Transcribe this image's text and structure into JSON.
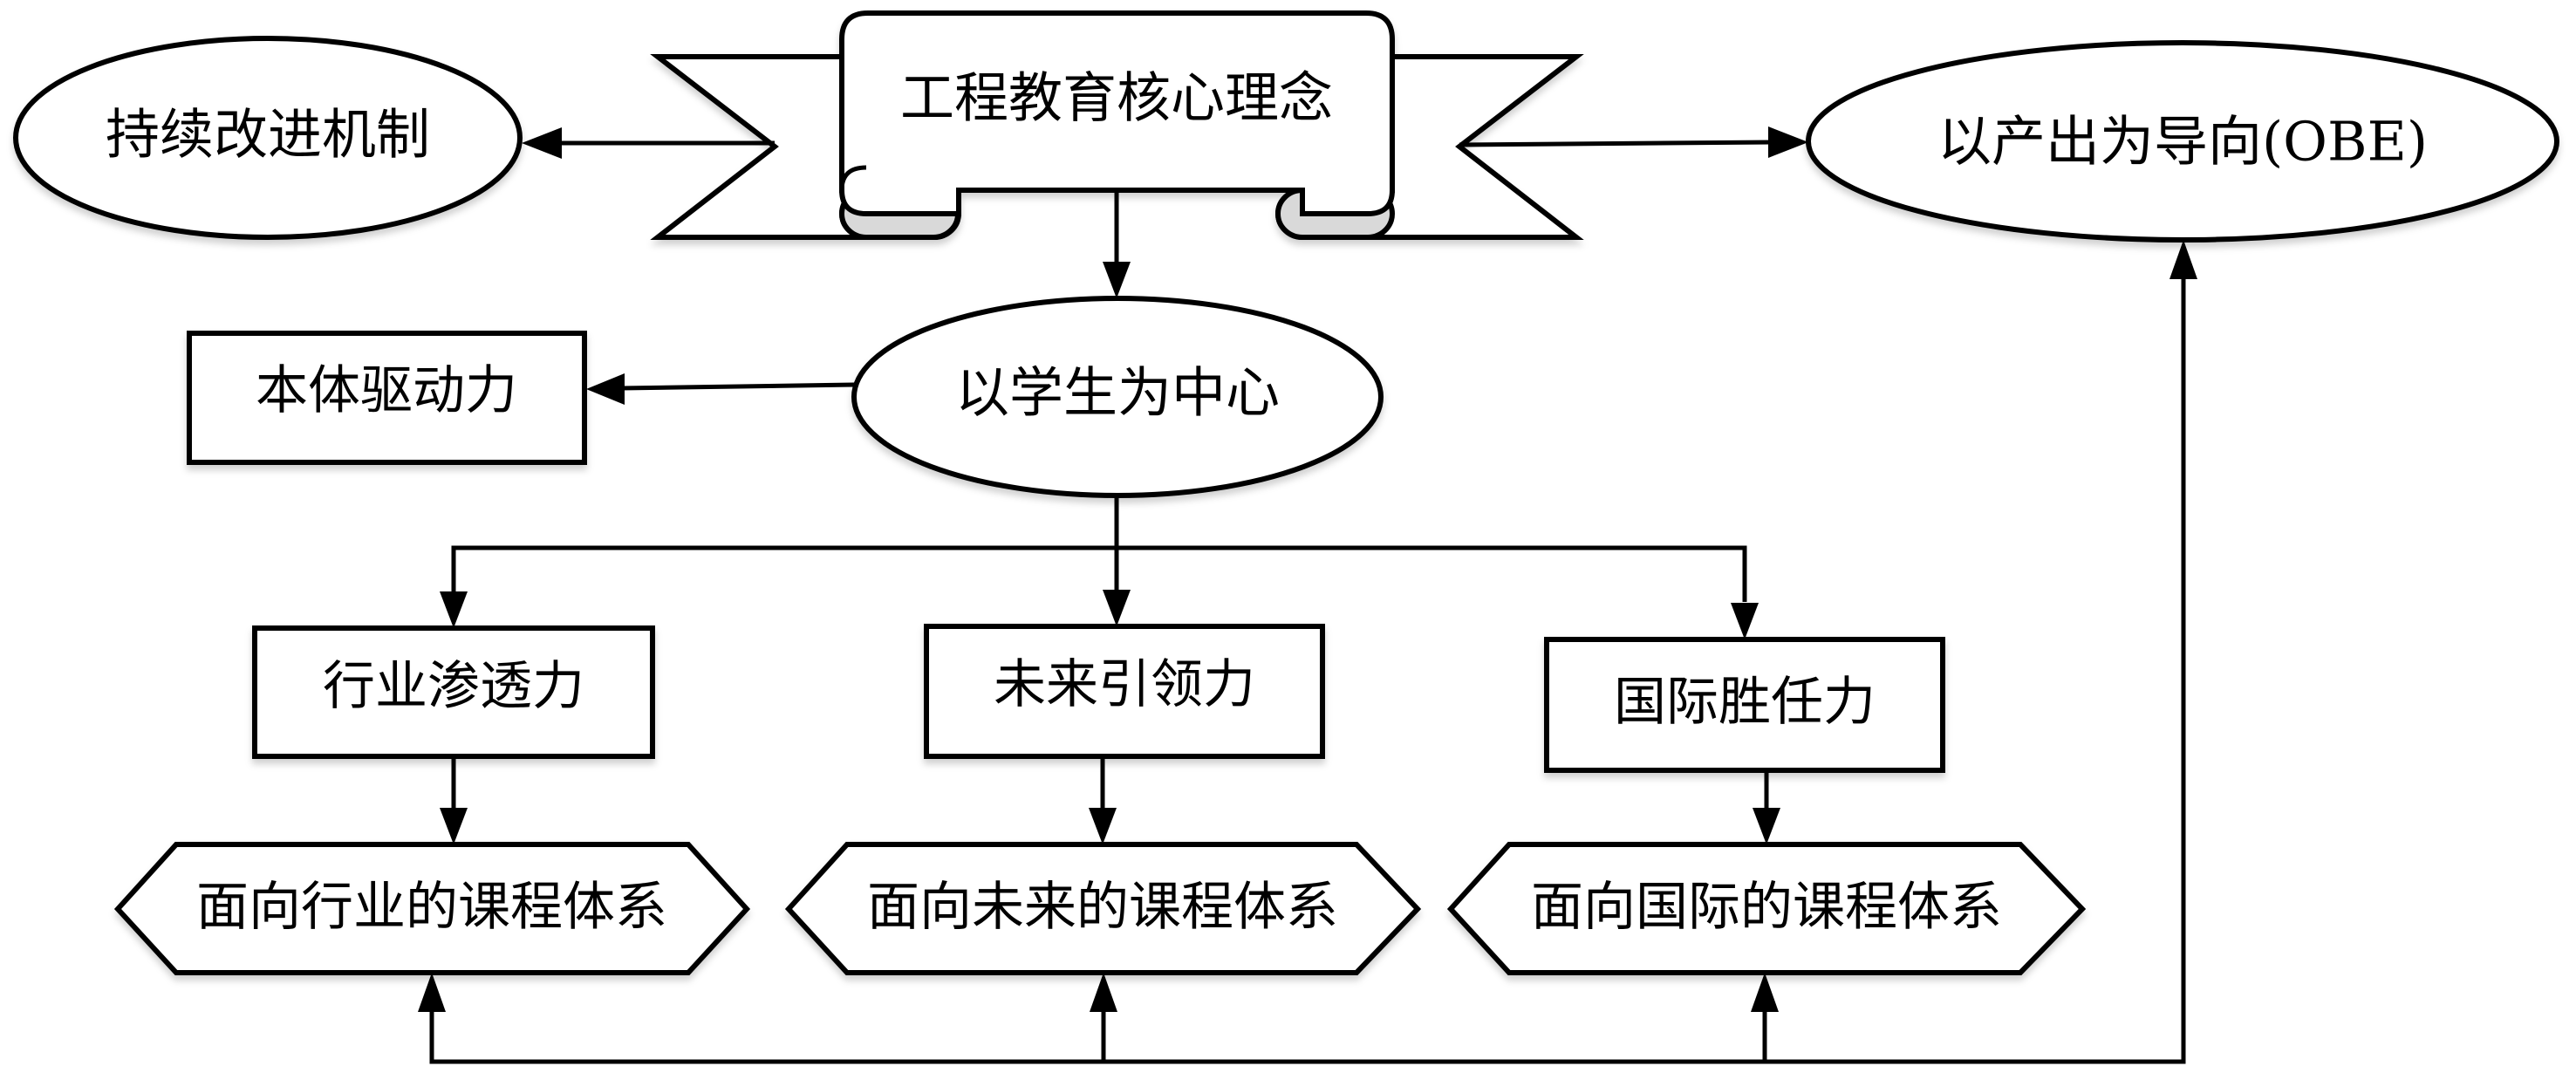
{
  "diagram": {
    "title": "工程教育核心理念",
    "nodes": {
      "core": {
        "label": "工程教育核心理念",
        "shape": "banner"
      },
      "continuous": {
        "label": "持续改进机制",
        "shape": "ellipse"
      },
      "obe": {
        "label": "以产出为导向(OBE)",
        "shape": "ellipse"
      },
      "student": {
        "label": "以学生为中心",
        "shape": "ellipse"
      },
      "intrinsic": {
        "label": "本体驱动力",
        "shape": "rectangle"
      },
      "industry_power": {
        "label": "行业渗透力",
        "shape": "rectangle"
      },
      "future_power": {
        "label": "未来引领力",
        "shape": "rectangle"
      },
      "intl_power": {
        "label": "国际胜任力",
        "shape": "rectangle"
      },
      "industry_curriculum": {
        "label": "面向行业的课程体系",
        "shape": "hexagon"
      },
      "future_curriculum": {
        "label": "面向未来的课程体系",
        "shape": "hexagon"
      },
      "intl_curriculum": {
        "label": "面向国际的课程体系",
        "shape": "hexagon"
      }
    },
    "edges": [
      {
        "from": "core",
        "to": "continuous"
      },
      {
        "from": "core",
        "to": "obe"
      },
      {
        "from": "core",
        "to": "student"
      },
      {
        "from": "student",
        "to": "intrinsic"
      },
      {
        "from": "student",
        "to": "industry_power"
      },
      {
        "from": "student",
        "to": "future_power"
      },
      {
        "from": "student",
        "to": "intl_power"
      },
      {
        "from": "industry_power",
        "to": "industry_curriculum"
      },
      {
        "from": "future_power",
        "to": "future_curriculum"
      },
      {
        "from": "intl_power",
        "to": "intl_curriculum"
      },
      {
        "from": "obe",
        "to": "industry_curriculum",
        "via": "feedback-bus"
      },
      {
        "from": "obe",
        "to": "future_curriculum",
        "via": "feedback-bus"
      },
      {
        "from": "obe",
        "to": "intl_curriculum",
        "via": "feedback-bus"
      }
    ],
    "colors": {
      "stroke": "#000000",
      "fill": "#ffffff",
      "fold": "#d9d9d9"
    }
  }
}
